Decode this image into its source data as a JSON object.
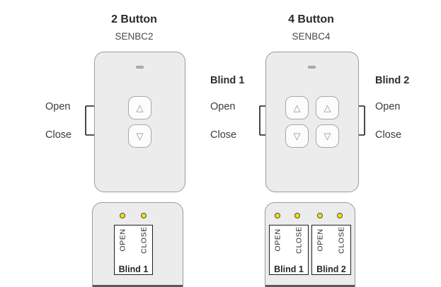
{
  "colors": {
    "remote_body": "#ececec",
    "remote_border": "#9b9b9b",
    "led_yellow": "#f0e30a",
    "arrow_line": "#1c1c1c",
    "title_text": "#2b2b2b",
    "label_text": "#3c3c3c"
  },
  "glyphs": {
    "up": "△",
    "down": "▽"
  },
  "remote2": {
    "title": "2 Button",
    "model": "SENBC2",
    "open_label": "Open",
    "close_label": "Close",
    "bottom": {
      "terminal_open": "OPEN",
      "terminal_close": "CLOSE",
      "blind_label": "Blind 1"
    }
  },
  "remote4": {
    "title": "4 Button",
    "model": "SENBC4",
    "blind1_label": "Blind 1",
    "blind2_label": "Blind 2",
    "open_left": "Open",
    "close_left": "Close",
    "open_right": "Open",
    "close_right": "Close",
    "bottom": {
      "block1": {
        "terminal_open": "OPEN",
        "terminal_close": "CLOSE",
        "blind_label": "Blind 1"
      },
      "block2": {
        "terminal_open": "OPEN",
        "terminal_close": "CLOSE",
        "blind_label": "Blind 2"
      }
    }
  }
}
